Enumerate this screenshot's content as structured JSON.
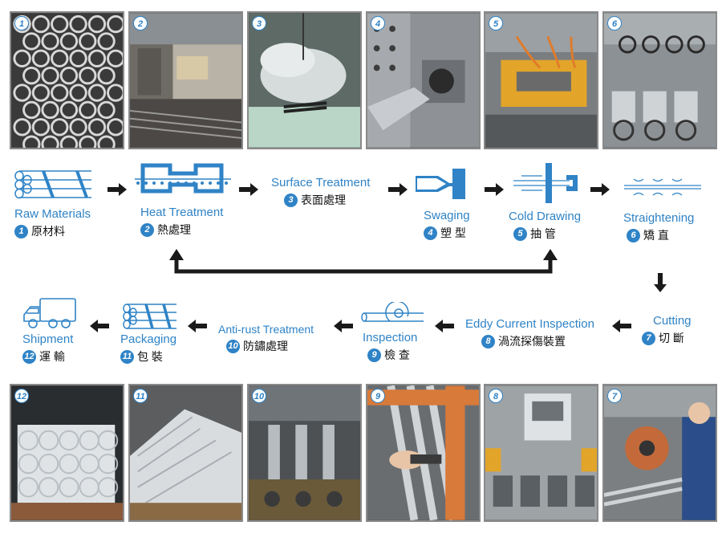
{
  "steps": [
    {
      "n": "1",
      "en": "Raw Materials",
      "zh": "原材料"
    },
    {
      "n": "2",
      "en": "Heat Treatment",
      "zh": "熱處理"
    },
    {
      "n": "3",
      "en": "Surface Treatment",
      "zh": "表面處理"
    },
    {
      "n": "4",
      "en": "Swaging",
      "zh": "塑 型"
    },
    {
      "n": "5",
      "en": "Cold Drawing",
      "zh": "抽 管"
    },
    {
      "n": "6",
      "en": "Straightening",
      "zh": "矯 直"
    },
    {
      "n": "7",
      "en": "Cutting",
      "zh": "切 斷"
    },
    {
      "n": "8",
      "en": "Eddy Current Inspection",
      "zh": "渦流探傷裝置"
    },
    {
      "n": "9",
      "en": "Inspection",
      "zh": "檢 查"
    },
    {
      "n": "10",
      "en": "Anti-rust Treatment",
      "zh": "防鏽處理"
    },
    {
      "n": "11",
      "en": "Packaging",
      "zh": "包 裝"
    },
    {
      "n": "12",
      "en": "Shipment",
      "zh": "運 輸"
    }
  ],
  "colors": {
    "accent": "#2f83c6",
    "arrow": "#1a1a1a"
  }
}
